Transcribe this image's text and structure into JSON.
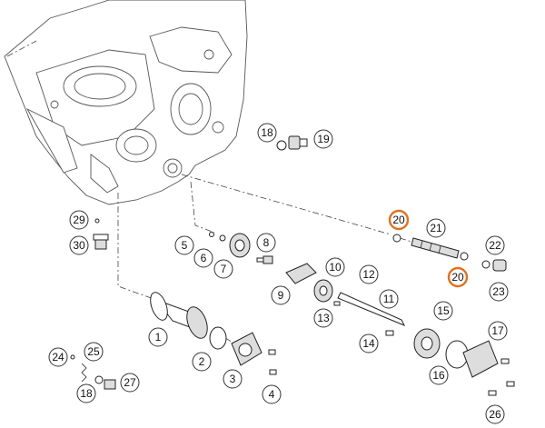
{
  "diagram": {
    "callouts": [
      {
        "label": "1",
        "highlight": false
      },
      {
        "label": "2",
        "highlight": false
      },
      {
        "label": "3",
        "highlight": false
      },
      {
        "label": "4",
        "highlight": false
      },
      {
        "label": "5",
        "highlight": false
      },
      {
        "label": "6",
        "highlight": false
      },
      {
        "label": "7",
        "highlight": false
      },
      {
        "label": "8",
        "highlight": false
      },
      {
        "label": "9",
        "highlight": false
      },
      {
        "label": "10",
        "highlight": false
      },
      {
        "label": "11",
        "highlight": false
      },
      {
        "label": "12",
        "highlight": false
      },
      {
        "label": "13",
        "highlight": false
      },
      {
        "label": "14",
        "highlight": false
      },
      {
        "label": "15",
        "highlight": false
      },
      {
        "label": "16",
        "highlight": false
      },
      {
        "label": "17",
        "highlight": false
      },
      {
        "label": "18",
        "highlight": false
      },
      {
        "label": "19",
        "highlight": false
      },
      {
        "label": "20",
        "highlight": true
      },
      {
        "label": "21",
        "highlight": false
      },
      {
        "label": "22",
        "highlight": false
      },
      {
        "label": "20",
        "highlight": true
      },
      {
        "label": "23",
        "highlight": false
      },
      {
        "label": "24",
        "highlight": false
      },
      {
        "label": "25",
        "highlight": false
      },
      {
        "label": "26",
        "highlight": false
      },
      {
        "label": "27",
        "highlight": false
      },
      {
        "label": "18",
        "highlight": false
      },
      {
        "label": "29",
        "highlight": false
      },
      {
        "label": "30",
        "highlight": false
      }
    ]
  },
  "colors": {
    "callout_stroke": "#333333",
    "highlight_stroke": "#e0701f",
    "line": "#222222"
  }
}
